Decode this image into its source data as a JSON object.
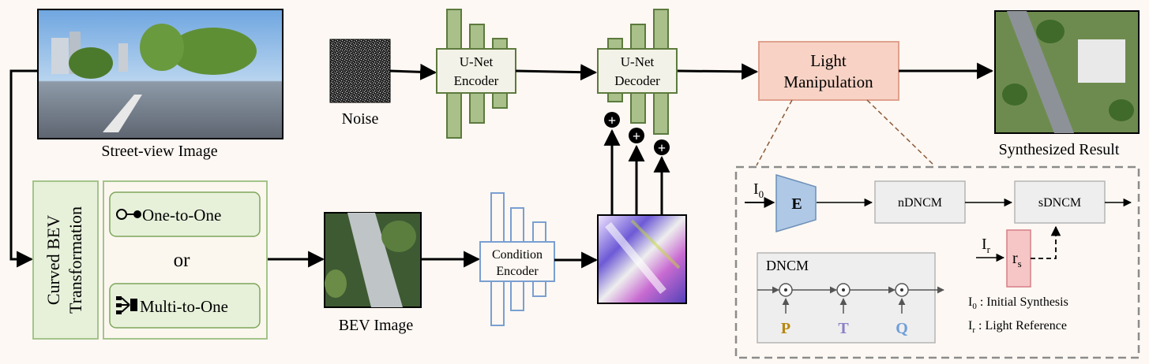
{
  "inputs": {
    "street_view_caption": "Street-view Image",
    "noise_caption": "Noise",
    "bev_caption": "BEV Image"
  },
  "transform": {
    "title_line1": "Curved BEV",
    "title_line2": "Transformation",
    "option1": "One-to-One",
    "or_text": "or",
    "option2": "Multi-to-One"
  },
  "blocks": {
    "unet_encoder_line1": "U-Net",
    "unet_encoder_line2": "Encoder",
    "unet_decoder_line1": "U-Net",
    "unet_decoder_line2": "Decoder",
    "condition_encoder_line1": "Condition",
    "condition_encoder_line2": "Encoder",
    "light_line1": "Light",
    "light_line2": "Manipulation",
    "plus": "+"
  },
  "output": {
    "caption": "Synthesized Result"
  },
  "detail": {
    "i0_main": "I",
    "i0_sub": "0",
    "e_label": "E",
    "ndncm": "nDNCM",
    "sdncm": "sDNCM",
    "ir_main": "I",
    "ir_sub": "r",
    "rs_main": "r",
    "rs_sub": "s",
    "dncm_title": "DNCM",
    "odot": "⊙",
    "p": "P",
    "t": "T",
    "q": "Q",
    "legend1_main": "I",
    "legend1_sub": "0",
    "legend1_text": " : Initial Synthesis",
    "legend2_main": "I",
    "legend2_sub": "r",
    "legend2_text": " : Light Reference"
  },
  "colors": {
    "unet_fill": "#a9c08b",
    "unet_stroke": "#5d7a3d",
    "cond_stroke": "#7a9fd1",
    "light_fill": "#f8d3c5",
    "light_stroke": "#e0a08e",
    "rs_fill": "#f6c6c6",
    "rs_stroke": "#d77f86",
    "transform_fill": "#e7f1da",
    "transform_stroke": "#a4c48a",
    "p_color": "#b8860b",
    "t_color": "#8b7fc8",
    "q_color": "#6f9ed8"
  }
}
